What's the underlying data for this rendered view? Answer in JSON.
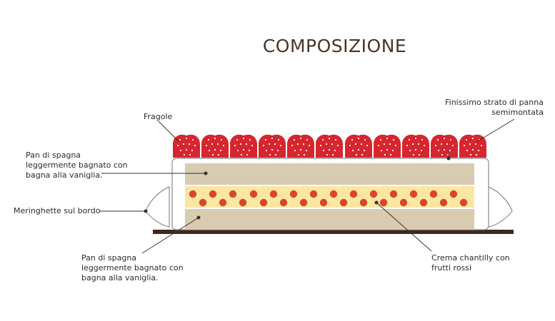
{
  "title": "COMPOSIZIONE",
  "labels": {
    "fragole": "Fragole",
    "panna": "Finissimo strato di panna\nsemimontata",
    "pan_top": "Pan di spagna\nleggermente bagnato con\nbagna alla vaniglia.",
    "meringhette": "Meringhette sul bordo",
    "pan_bottom": "Pan di spagna\nleggermente bagnato con\nbagna alla vaniglia.",
    "crema": "Crema chantilly con\nfrutti rossi"
  },
  "colors": {
    "title": "#4a3526",
    "strawberry": "#d7262f",
    "sponge": "#d9cbb0",
    "cream": "#fbe7a3",
    "berry": "#d9452e",
    "plate": "#3d2a1c",
    "leader": "#333333"
  }
}
